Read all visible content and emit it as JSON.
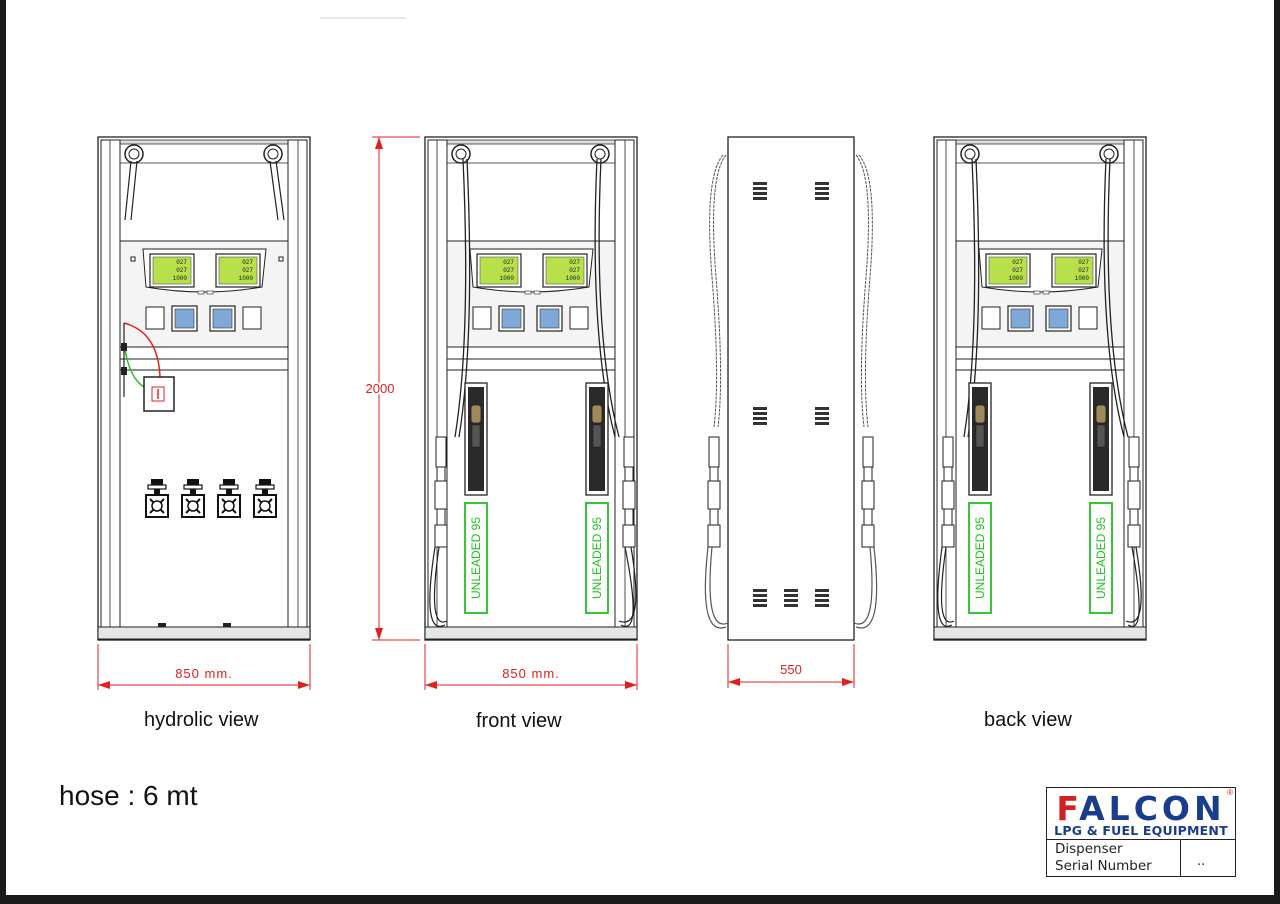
{
  "views": {
    "hydrolic": "hydrolic view",
    "front": "front view",
    "back": "back view"
  },
  "dimensions": {
    "width_hydrolic": "850 mm.",
    "width_front": "850 mm.",
    "height": "2000",
    "depth_side": "550"
  },
  "hose_note": "hose : 6 mt",
  "nozzle_label": "UNLEADED 95",
  "display_digits": [
    "027",
    "027",
    "1000"
  ],
  "title_block": {
    "brand": "FALCON",
    "brand_first_letter": "F",
    "brand_rest": "ALCON",
    "tagline": "LPG & FUEL EQUIPMENT",
    "registered": "®",
    "product": "Dispenser",
    "serial_label": "Serial Number",
    "serial_value": ".."
  },
  "colors": {
    "dimension_red": "#e02020",
    "display_green": "#b8e04a",
    "label_green": "#22c022",
    "brand_blue": "#1a3c8f",
    "brand_red": "#d42020"
  }
}
